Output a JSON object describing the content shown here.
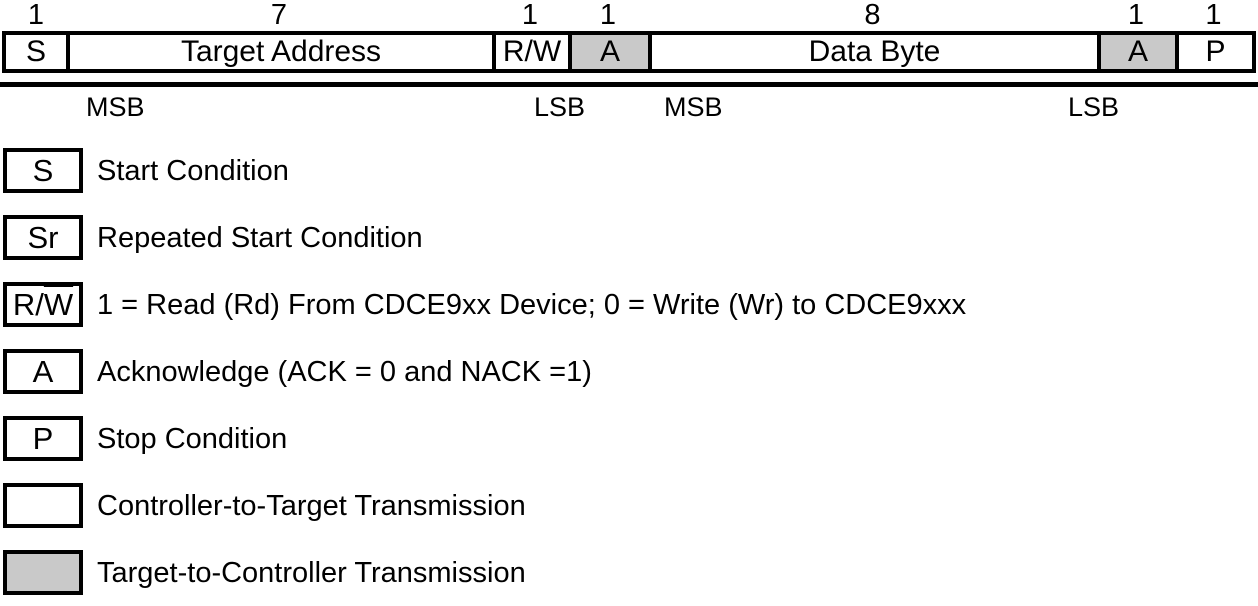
{
  "frame": {
    "bit_counts": [
      "1",
      "7",
      "1",
      "1",
      "8",
      "1",
      "1"
    ],
    "cells": [
      {
        "label": "S",
        "shaded": false
      },
      {
        "label": "Target Address",
        "shaded": false
      },
      {
        "label_plain": "R/",
        "label_overline": "W",
        "shaded": false
      },
      {
        "label": "A",
        "shaded": true
      },
      {
        "label": "Data Byte",
        "shaded": false
      },
      {
        "label": "A",
        "shaded": true
      },
      {
        "label": "P",
        "shaded": false
      }
    ],
    "bit_order_labels": [
      "MSB",
      "LSB",
      "MSB",
      "LSB"
    ]
  },
  "legend": {
    "items": [
      {
        "symbol": "S",
        "description": "Start Condition"
      },
      {
        "symbol": "Sr",
        "description": "Repeated Start Condition"
      },
      {
        "symbol_plain": "R/",
        "symbol_overline": "W",
        "description": "1 = Read (Rd) From CDCE9xx Device; 0 = Write (Wr) to CDCE9xxx"
      },
      {
        "symbol": "A",
        "description": "Acknowledge (ACK = 0 and NACK =1)"
      },
      {
        "symbol": "P",
        "description": "Stop Condition"
      },
      {
        "symbol": "",
        "swatch": "white",
        "description": "Controller-to-Target Transmission"
      },
      {
        "symbol": "",
        "swatch": "gray",
        "description": "Target-to-Controller Transmission"
      }
    ]
  },
  "colors": {
    "shaded_fill": "#c9c9c9",
    "border": "#000000",
    "background": "#ffffff"
  }
}
